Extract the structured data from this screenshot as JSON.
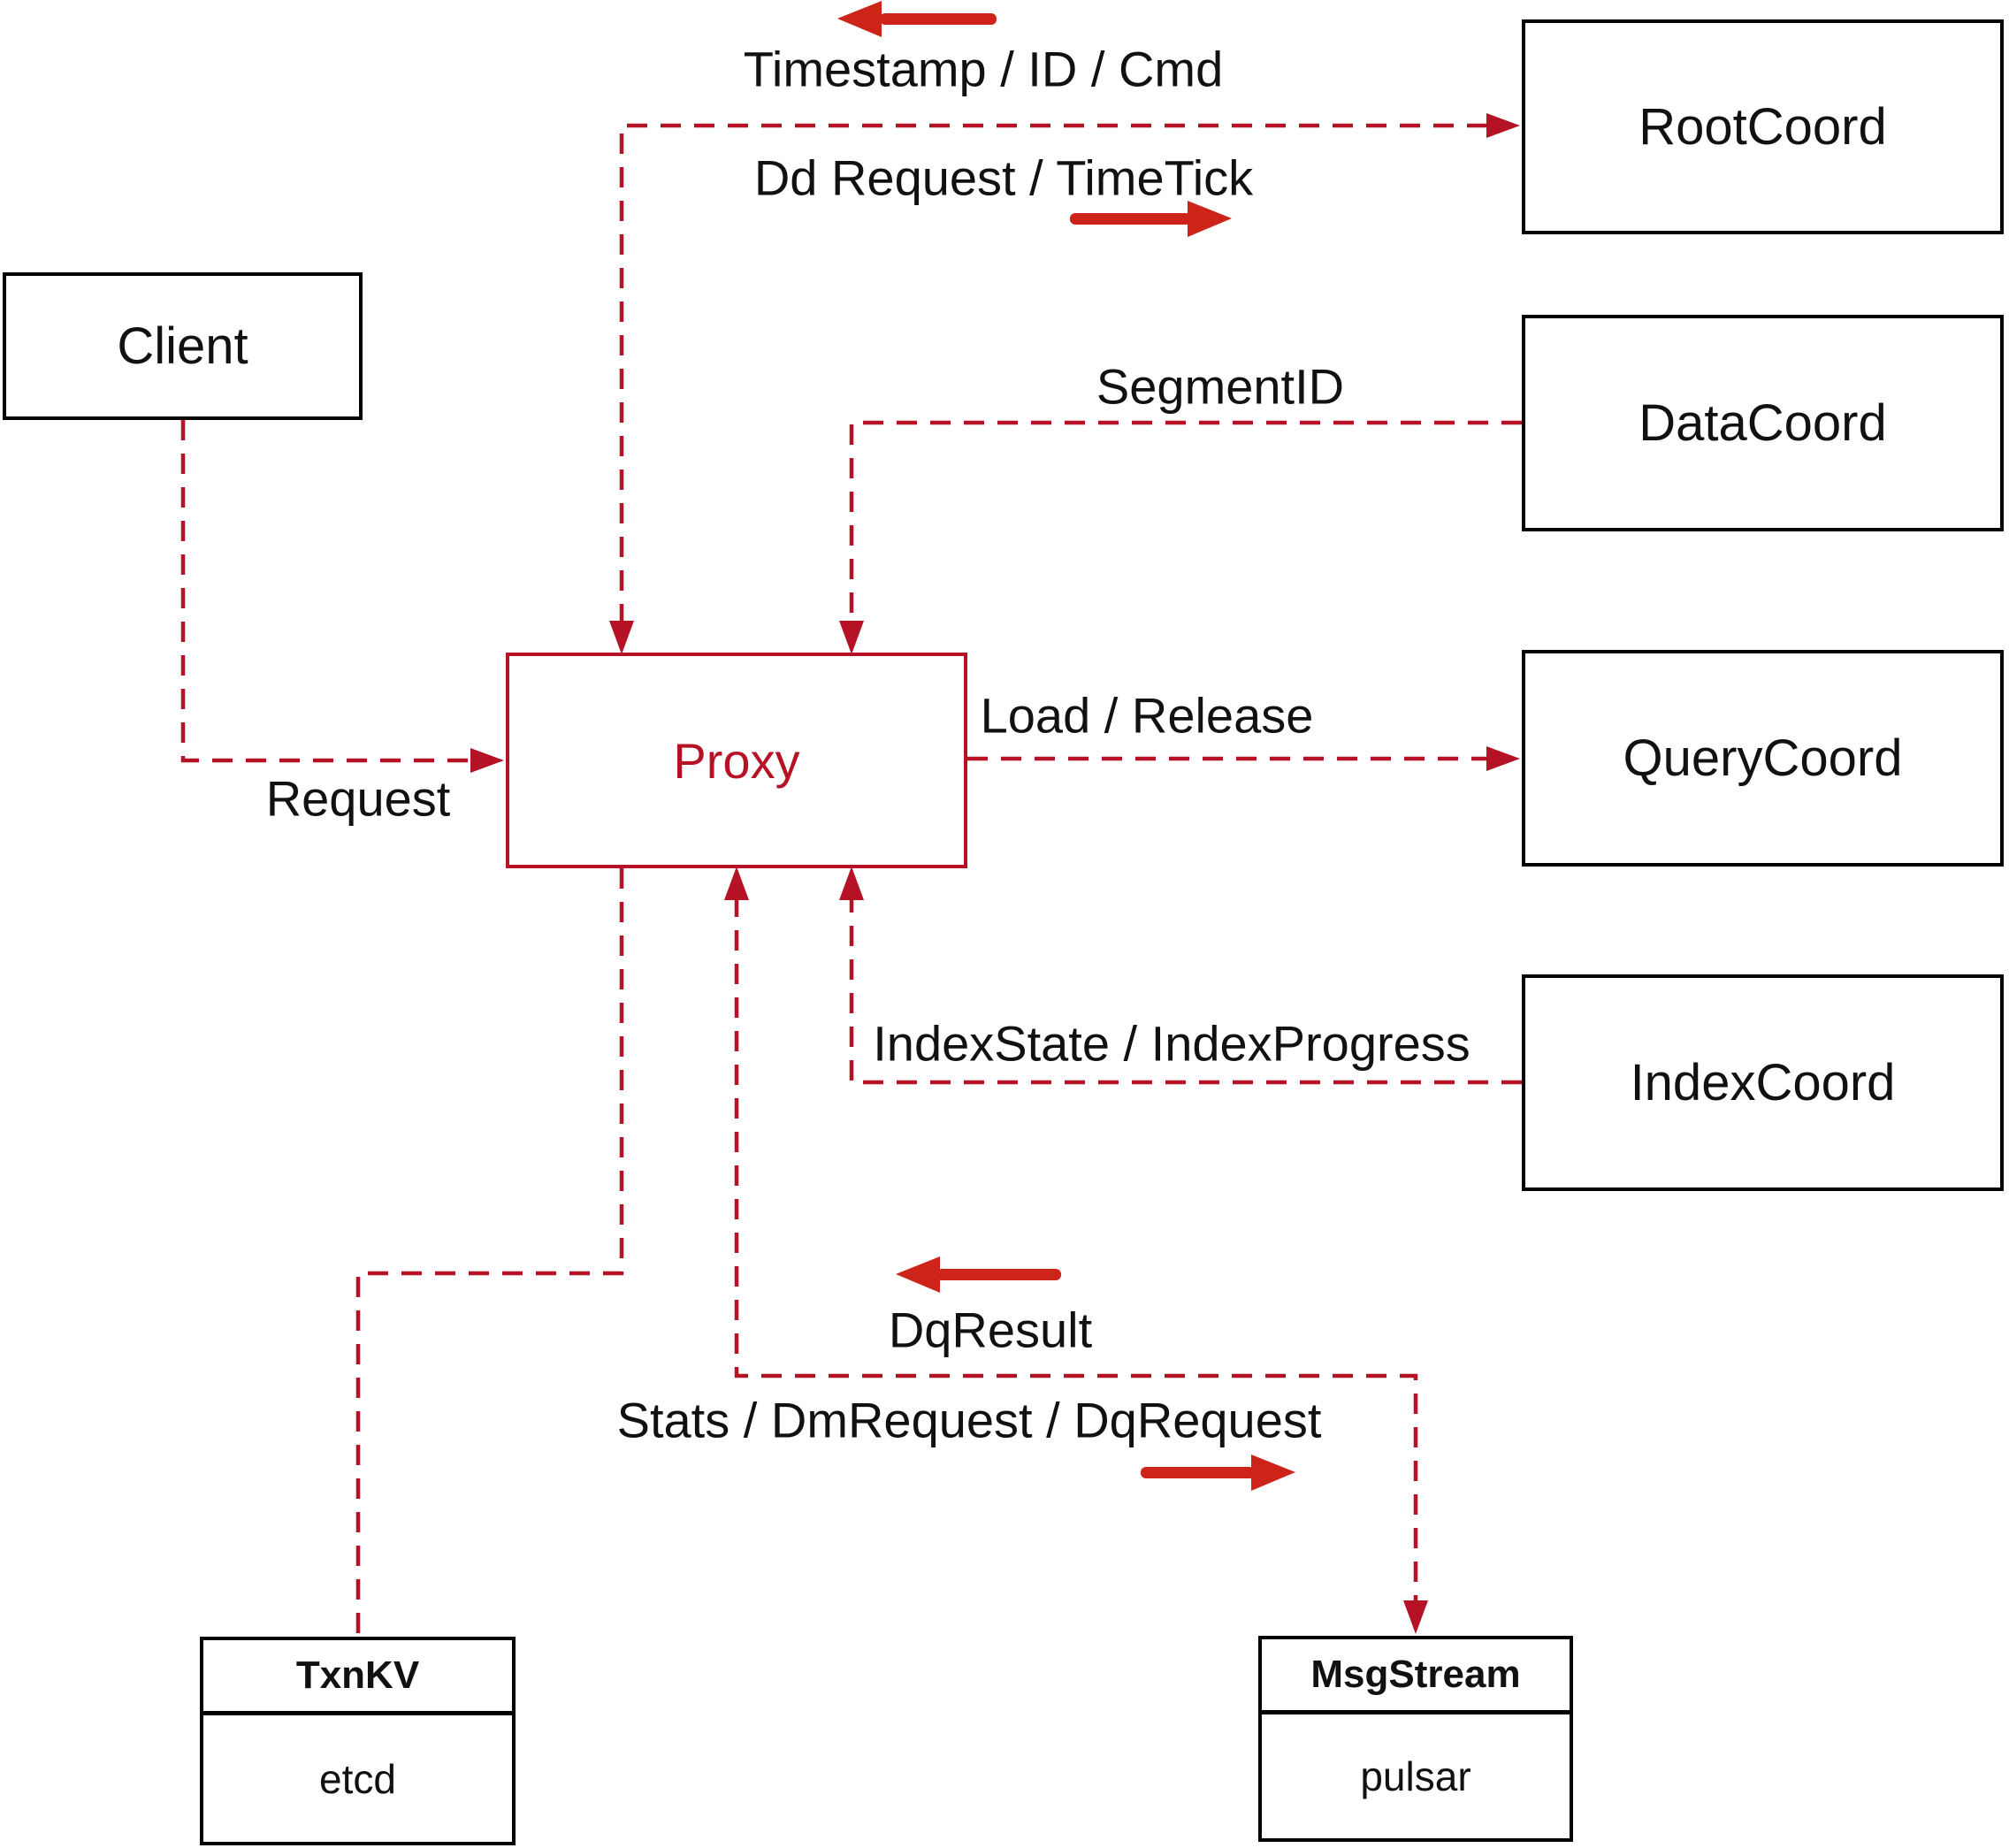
{
  "diagram": {
    "background": "#ffffff",
    "nodes": {
      "client": {
        "label": "Client"
      },
      "proxy": {
        "label": "Proxy"
      },
      "root_coord": {
        "label": "RootCoord"
      },
      "data_coord": {
        "label": "DataCoord"
      },
      "query_coord": {
        "label": "QueryCoord"
      },
      "index_coord": {
        "label": "IndexCoord"
      },
      "txn_kv": {
        "title": "TxnKV",
        "subtitle": "etcd"
      },
      "msg_stream": {
        "title": "MsgStream",
        "subtitle": "pulsar"
      }
    },
    "edge_labels": {
      "timestamp": "Timestamp / ID / Cmd",
      "dd_request": "Dd Request / TimeTick",
      "segment_id": "SegmentID",
      "load_release": "Load / Release",
      "index_state": "IndexState / IndexProgress",
      "request": "Request",
      "dq_result": "DqResult",
      "stats": "Stats / DmRequest / DqRequest"
    },
    "colors": {
      "dashed_line_red": "#b51226",
      "solid_arrow_red": "#cc2418",
      "box_border_black": "#000000",
      "text_black": "#111111",
      "proxy_red": "#b51226"
    }
  }
}
